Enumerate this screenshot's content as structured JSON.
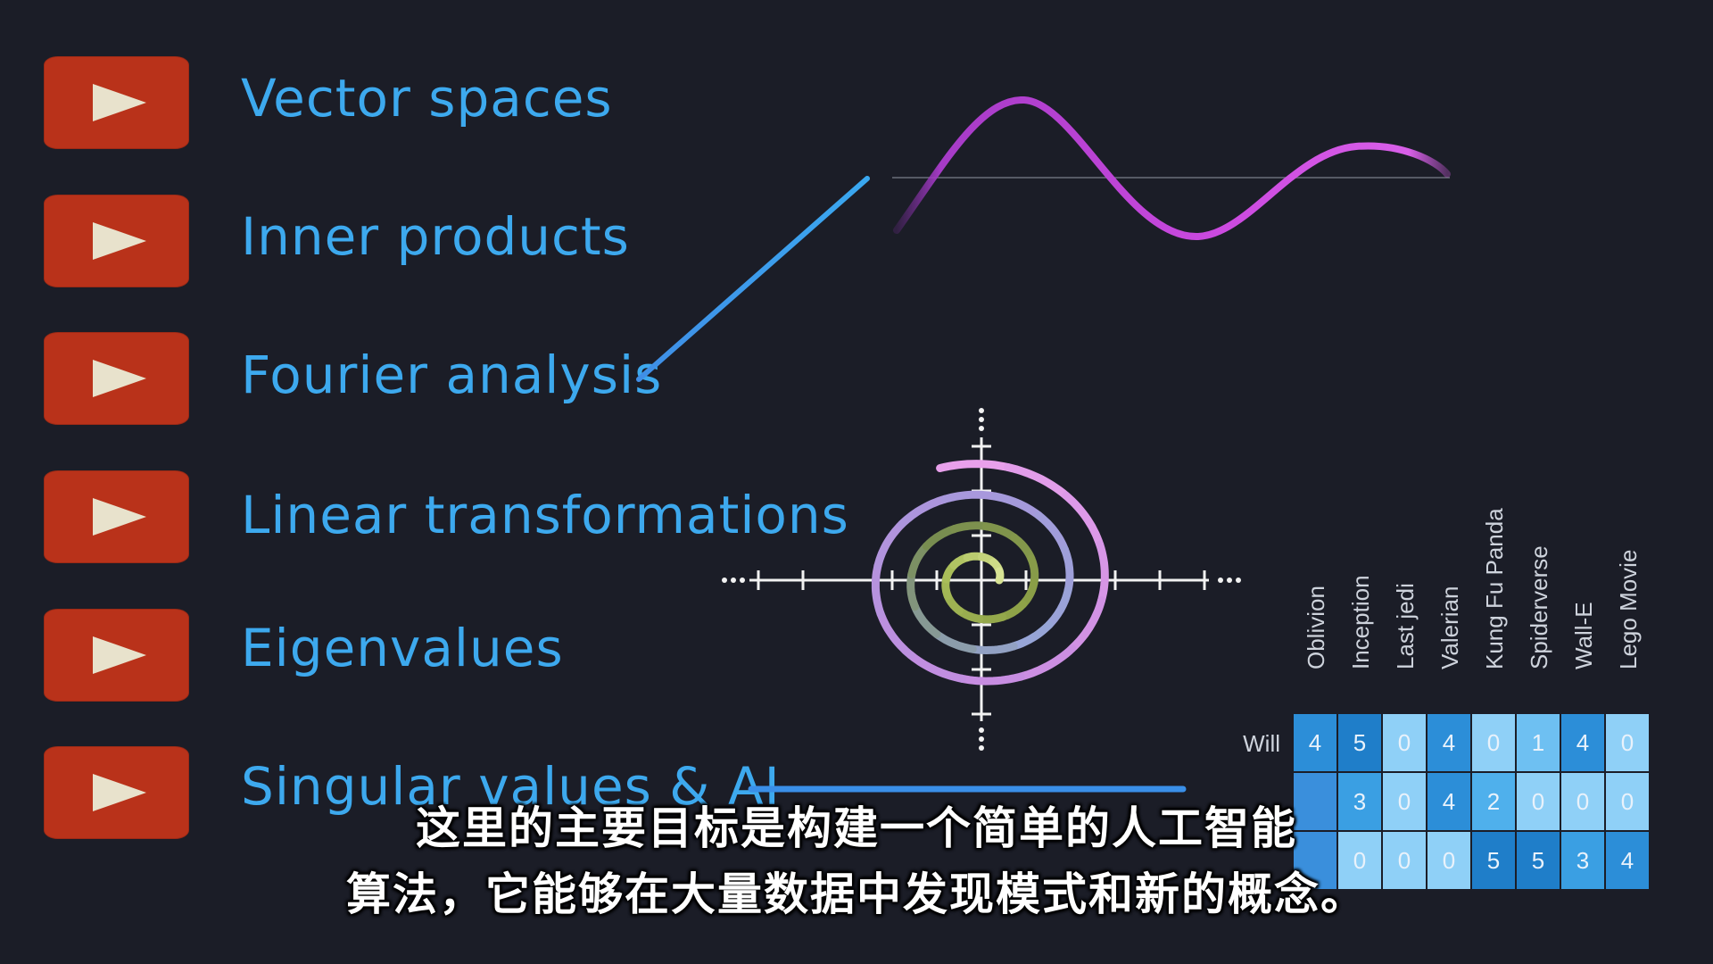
{
  "topics": [
    {
      "label": "Vector spaces"
    },
    {
      "label": "Inner products"
    },
    {
      "label": "Fourier analysis"
    },
    {
      "label": "Linear transformations"
    },
    {
      "label": "Eigenvalues"
    },
    {
      "label": "Singular values & AI"
    }
  ],
  "colors": {
    "background": "#1b1d27",
    "play_button": "#b9321a",
    "play_icon": "#e8e2cc",
    "topic_text": "#3da9ee"
  },
  "icons": {
    "play": "play-icon"
  },
  "matrix": {
    "columns": [
      "Oblivion",
      "Inception",
      "Last jedi",
      "Valerian",
      "Kung Fu Panda",
      "Spiderverse",
      "Wall-E",
      "Lego Movie"
    ],
    "rows": [
      {
        "label": "Will",
        "values": [
          "4",
          "5",
          "0",
          "4",
          "0",
          "1",
          "4",
          "0"
        ]
      },
      {
        "label": "",
        "values": [
          "",
          "3",
          "0",
          "4",
          "2",
          "0",
          "0",
          "0"
        ]
      },
      {
        "label": "",
        "values": [
          "",
          "0",
          "0",
          "0",
          "5",
          "5",
          "3",
          "4"
        ]
      }
    ]
  },
  "subtitle": {
    "line1": "这里的主要目标是构建一个简单的人工智能",
    "line2": "算法，它能够在大量数据中发现模式和新的概念。"
  }
}
